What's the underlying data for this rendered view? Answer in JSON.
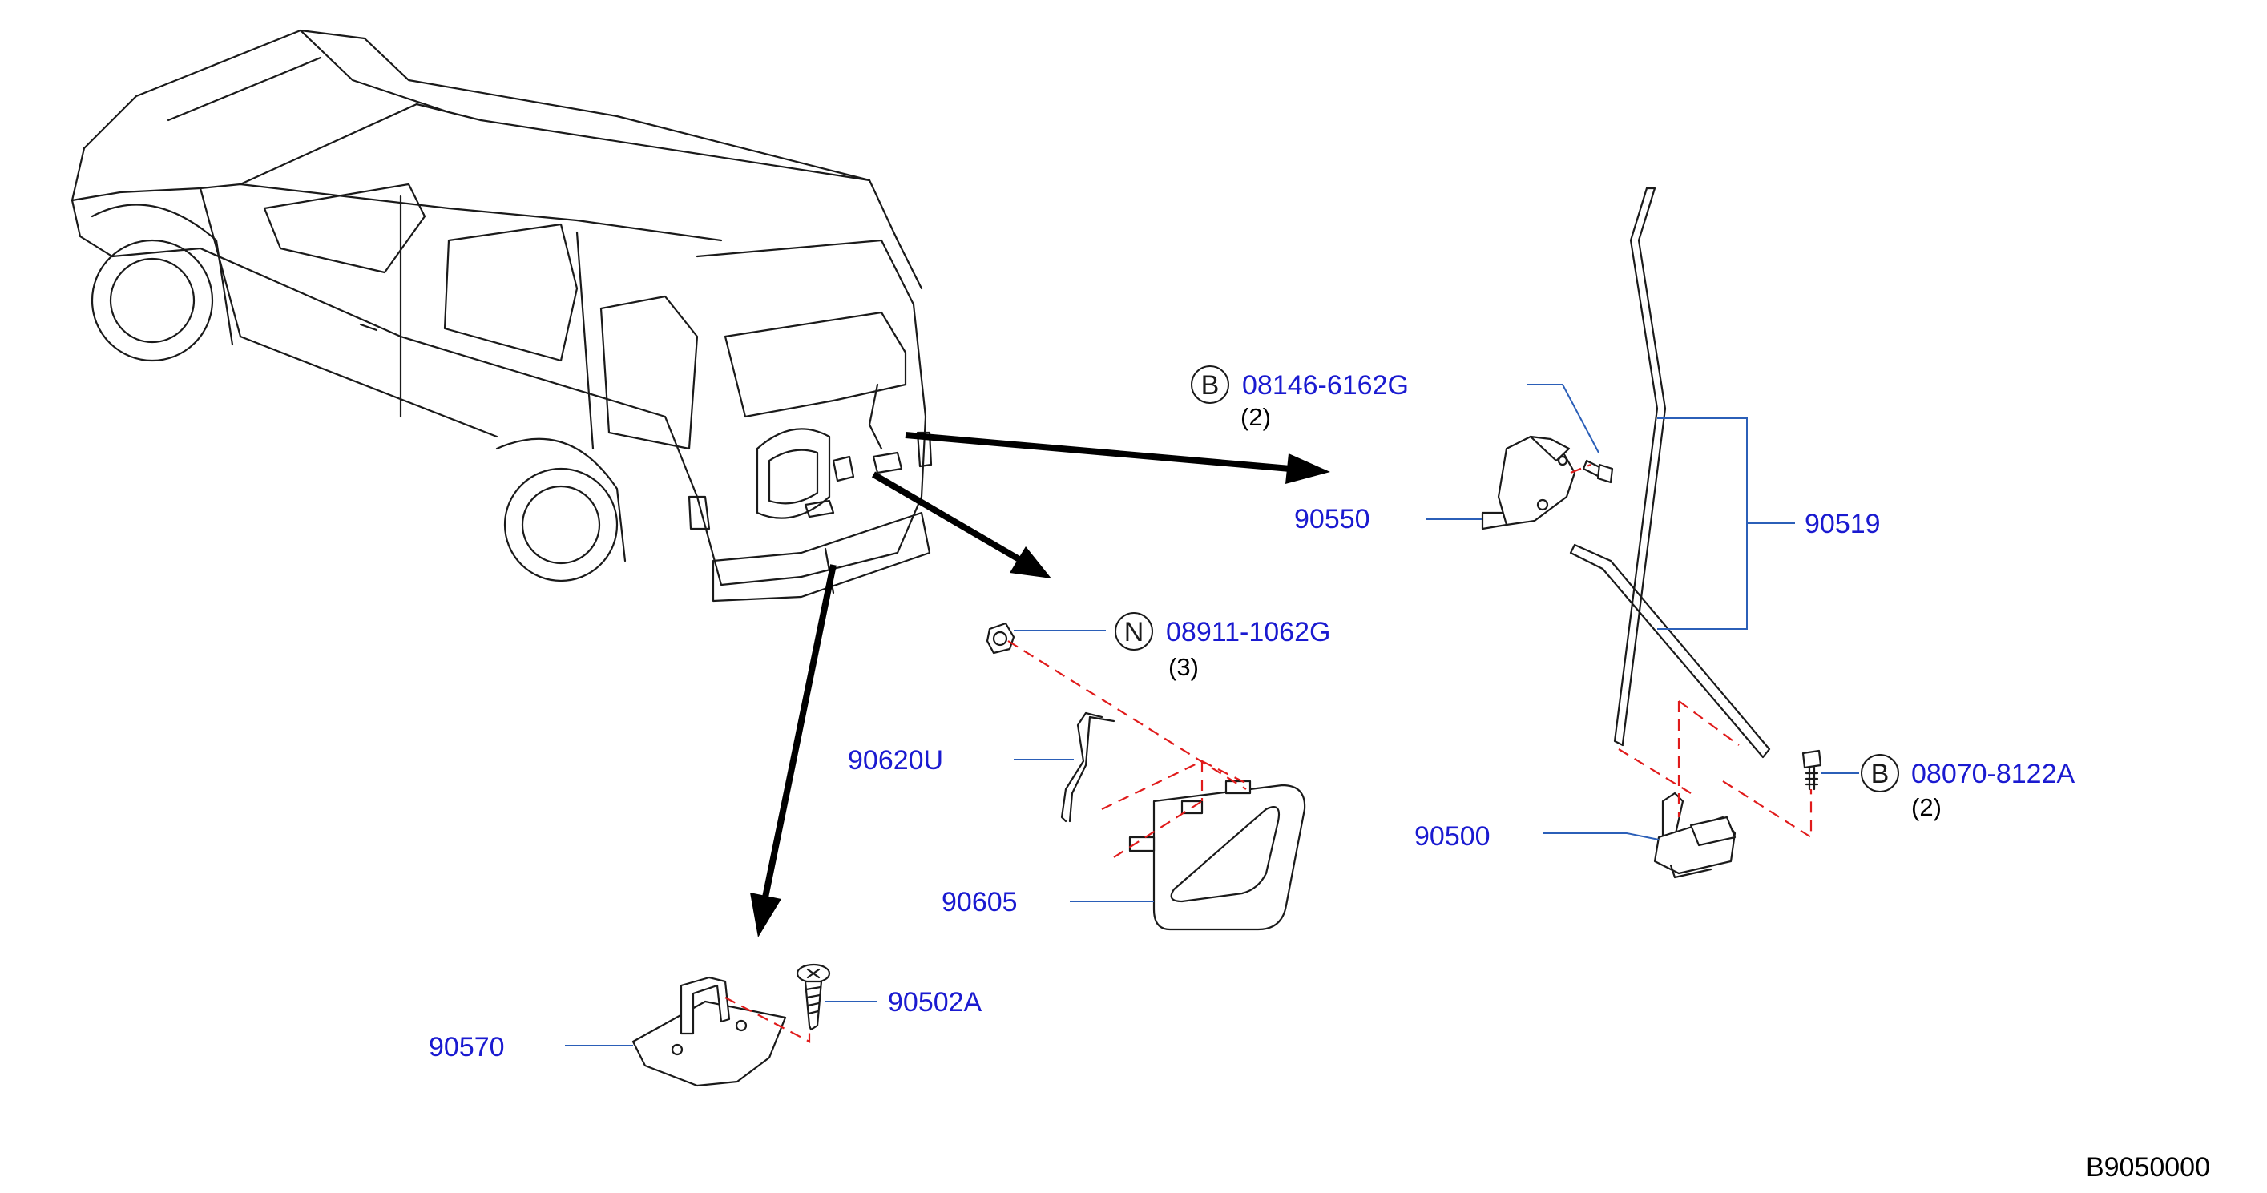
{
  "colors": {
    "label": "#1a1ad0",
    "leader": "#2b5fb8",
    "dashed": "#e01b1b",
    "ink": "#1a1a1a",
    "arrow": "#000000"
  },
  "icons": {
    "vehicle": "suv-rear-three-quarter-outline",
    "handle": "back-door-outside-handle",
    "latch": "back-door-lock-actuator",
    "striker": "back-door-striker"
  },
  "parts": {
    "p08146": {
      "code": "08146-6162G",
      "prefix": "B",
      "qty": "(2)"
    },
    "p90550": {
      "code": "90550"
    },
    "p90519": {
      "code": "90519"
    },
    "p08911": {
      "code": "08911-1062G",
      "prefix": "N",
      "qty": "(3)"
    },
    "p90620U": {
      "code": "90620U"
    },
    "p90605": {
      "code": "90605"
    },
    "p08070": {
      "code": "08070-8122A",
      "prefix": "B",
      "qty": "(2)"
    },
    "p90500": {
      "code": "90500"
    },
    "p90502A": {
      "code": "90502A"
    },
    "p90570": {
      "code": "90570"
    }
  },
  "figure_code": "B9050000"
}
